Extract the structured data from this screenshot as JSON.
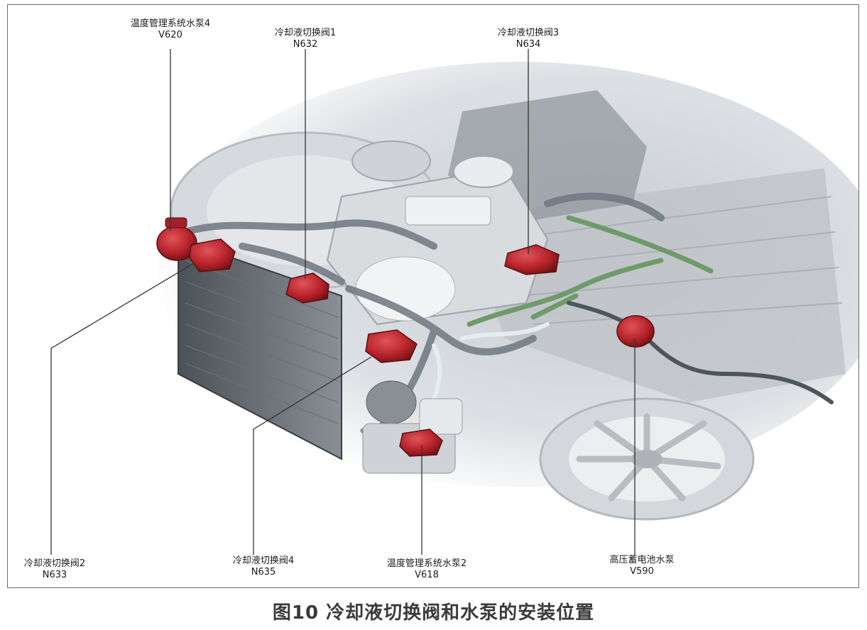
{
  "figure": {
    "caption": "图10 冷却液切换阀和水泵的安装位置"
  },
  "callouts": [
    {
      "id": "v620",
      "name": "温度管理系统水泵4",
      "code": "V620"
    },
    {
      "id": "n632",
      "name": "冷却液切换阀1",
      "code": "N632"
    },
    {
      "id": "n634",
      "name": "冷却液切换阀3",
      "code": "N634"
    },
    {
      "id": "n633",
      "name": "冷却液切换阀2",
      "code": "N633"
    },
    {
      "id": "n635",
      "name": "冷却液切换阀4",
      "code": "N635"
    },
    {
      "id": "v618",
      "name": "温度管理系统水泵2",
      "code": "V618"
    },
    {
      "id": "v590",
      "name": "高压蓄电池水泵",
      "code": "V590"
    }
  ],
  "colors": {
    "component_red": "#b8232a",
    "component_dark": "#7a1418",
    "hose_green": "#6f9a6a",
    "hose_gray": "#9aa3ad",
    "body_gray": "#c9cdd2",
    "leader_line": "#333333"
  }
}
